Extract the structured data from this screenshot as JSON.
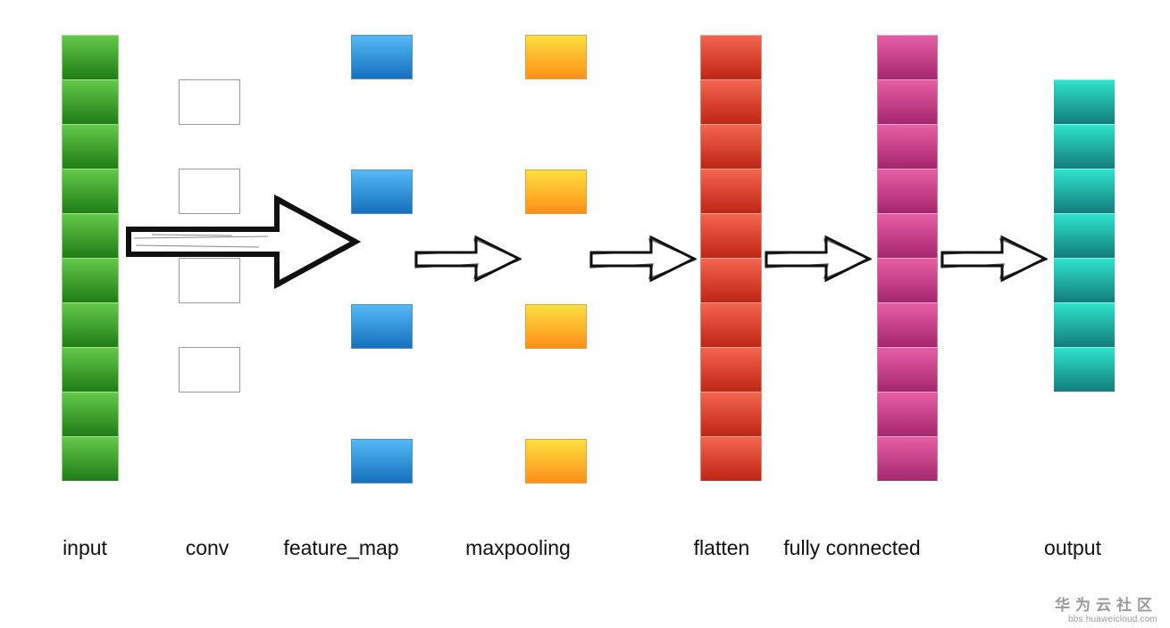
{
  "layers": [
    {
      "id": "input",
      "label": "input",
      "cells": 10,
      "style": "green"
    },
    {
      "id": "conv",
      "label": "conv",
      "cells": 4,
      "style": "empty"
    },
    {
      "id": "feature-map",
      "label": "feature_map",
      "cells": 4,
      "style": "blue"
    },
    {
      "id": "maxpooling",
      "label": "maxpooling",
      "cells": 4,
      "style": "orange"
    },
    {
      "id": "flatten",
      "label": "flatten",
      "cells": 10,
      "style": "red"
    },
    {
      "id": "fully-connected",
      "label": "fully connected",
      "cells": 10,
      "style": "pink"
    },
    {
      "id": "output",
      "label": "output",
      "cells": 7,
      "style": "teal"
    }
  ],
  "arrows": [
    {
      "from": "input",
      "to": "feature_map",
      "size": "large"
    },
    {
      "from": "feature_map",
      "to": "maxpooling",
      "size": "small"
    },
    {
      "from": "maxpooling",
      "to": "flatten",
      "size": "small"
    },
    {
      "from": "flatten",
      "to": "fully connected",
      "size": "small"
    },
    {
      "from": "fully connected",
      "to": "output",
      "size": "small"
    }
  ],
  "colors": {
    "green": "#3fa52f",
    "blue": "#2f90dc",
    "orange": "#fdb62c",
    "red": "#dc4030",
    "pink": "#c84388",
    "teal": "#20b0a4",
    "arrow_stroke": "#111111"
  },
  "watermark": {
    "logo_text": "华为云社区",
    "url": "bbs.huaweicloud.com"
  }
}
